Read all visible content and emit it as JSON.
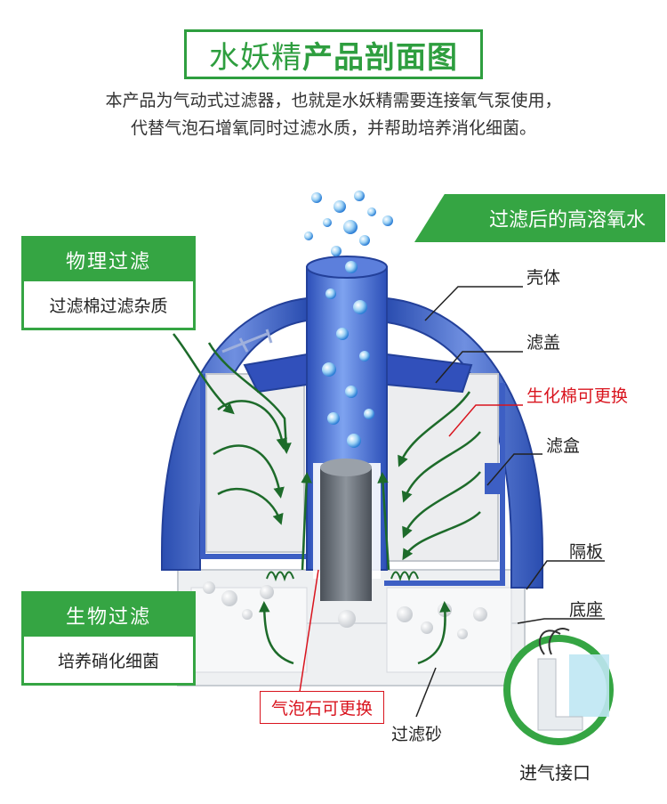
{
  "title": {
    "part1": "水妖精",
    "part2": "产品剖面图"
  },
  "intro": {
    "line1": "本产品为气动式过滤器，也就是水妖精需要连接氧气泵使用，",
    "line2": "代替气泡石增氧同时过滤水质，并帮助培养消化细菌。"
  },
  "banner": "过滤后的高溶氧水",
  "physical": {
    "heading": "物理过滤",
    "desc": "过滤棉过滤杂质"
  },
  "biological": {
    "heading": "生物过滤",
    "desc": "培养硝化细菌"
  },
  "labels": {
    "shell": "壳体",
    "lid": "滤盖",
    "sponge": "生化棉可更换",
    "box": "滤盒",
    "partition": "隔板",
    "base": "底座",
    "airstone": "气泡石可更换",
    "sand": "过滤砂",
    "inlet": "进气接口"
  },
  "colors": {
    "green": "#35a543",
    "red": "#d9141e",
    "blue": "#3d5fc4",
    "arrow": "#1d6b2a"
  }
}
